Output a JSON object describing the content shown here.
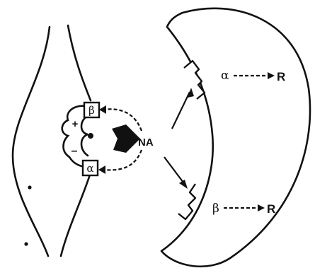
{
  "labels": {
    "neurotransmitter": "NA",
    "presynaptic_beta": "β",
    "presynaptic_alpha": "α",
    "postsynaptic_alpha": "α",
    "postsynaptic_beta": "β",
    "response_alpha": "R",
    "response_beta": "R",
    "feedback_positive": "+",
    "feedback_negative": "–"
  },
  "colors": {
    "stroke": "#111111",
    "background": "#ffffff"
  }
}
